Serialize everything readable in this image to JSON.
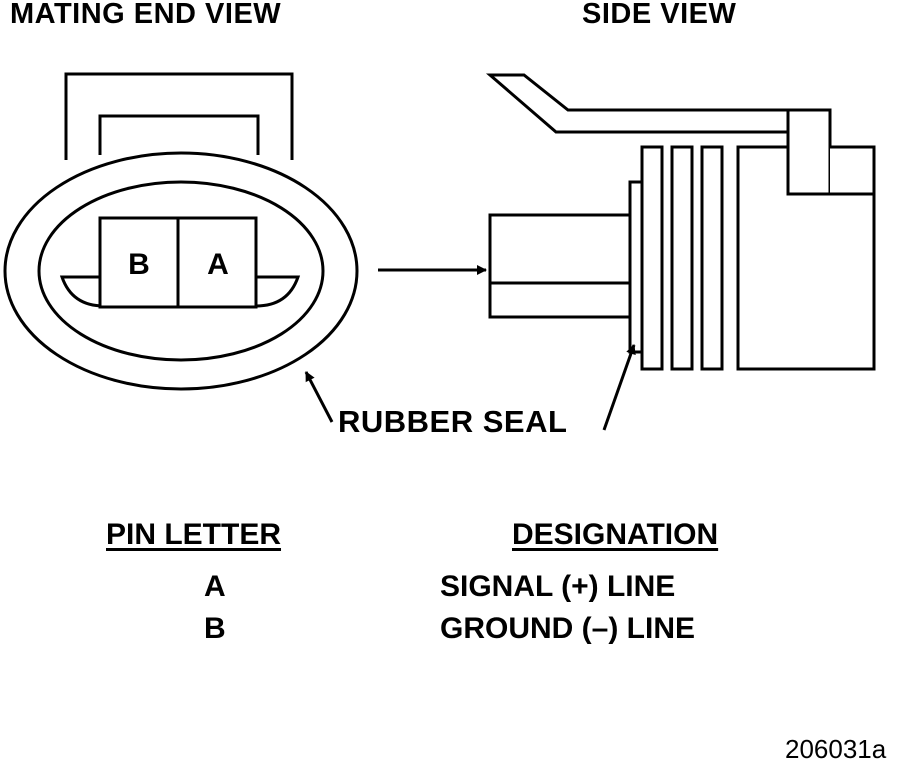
{
  "views": {
    "mating_end": "MATING END VIEW",
    "side": "SIDE VIEW"
  },
  "pins": {
    "b": "B",
    "a": "A"
  },
  "callout": "RUBBER SEAL",
  "table": {
    "headers": {
      "pin": "PIN LETTER",
      "designation": "DESIGNATION"
    },
    "rows": [
      {
        "pin": "A",
        "designation": "SIGNAL (+) LINE"
      },
      {
        "pin": "B",
        "designation": "GROUND (–) LINE"
      }
    ]
  },
  "figure_id": "206031a"
}
